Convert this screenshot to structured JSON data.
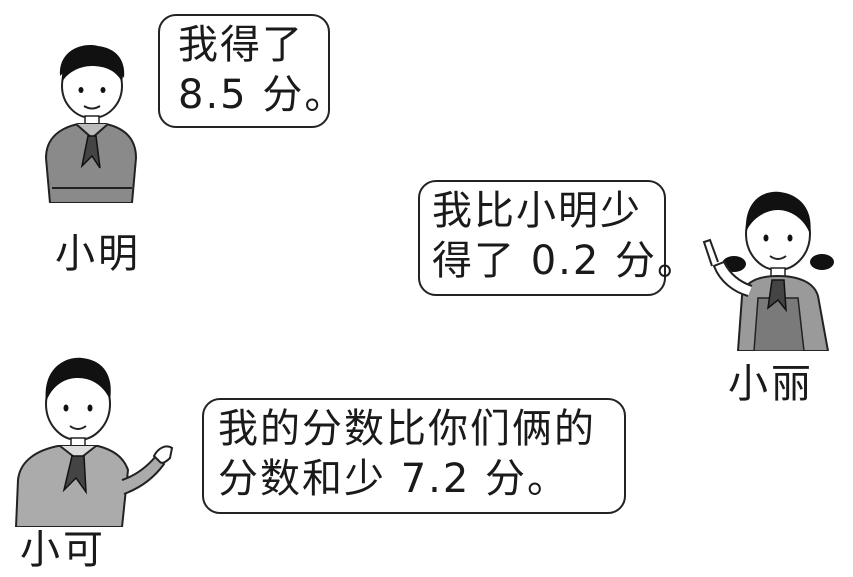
{
  "characters": {
    "xiaoming": {
      "name": "小明",
      "speech": [
        "我得了",
        "8.5 分。"
      ]
    },
    "xiaoli": {
      "name": "小丽",
      "speech": [
        "我比小明少",
        "得了 0.2 分。"
      ]
    },
    "xiaoke": {
      "name": "小可",
      "speech": [
        "我的分数比你们俩的",
        "分数和少 7.2 分。"
      ]
    }
  }
}
